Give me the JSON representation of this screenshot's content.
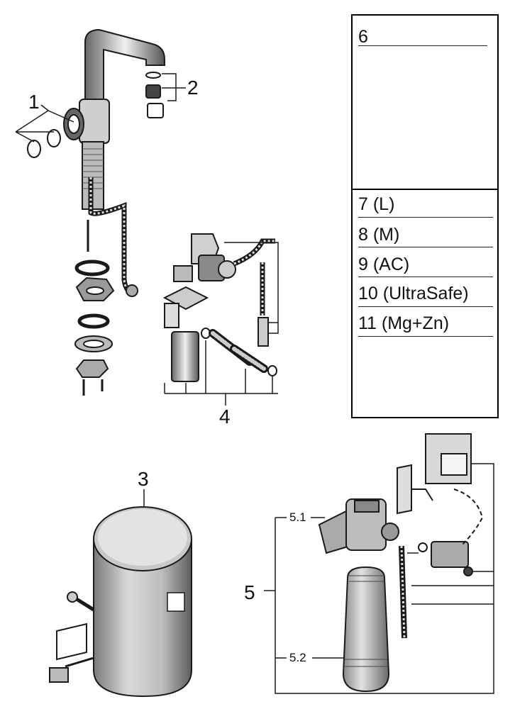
{
  "callouts": {
    "c1": "1",
    "c2": "2",
    "c3": "3",
    "c4": "4",
    "c5": "5",
    "c51": "5.1",
    "c52": "5.2"
  },
  "panel": {
    "header": "6",
    "items": [
      "7 (L)",
      "8 (M)",
      "9 (AC)",
      "10 (UltraSafe)",
      "11 (Mg+Zn)"
    ]
  },
  "colors": {
    "line": "#1a1a1a",
    "shade": "#6f6f6f",
    "light": "#cfcfcf",
    "panel_gray": "#9b9b9b"
  }
}
